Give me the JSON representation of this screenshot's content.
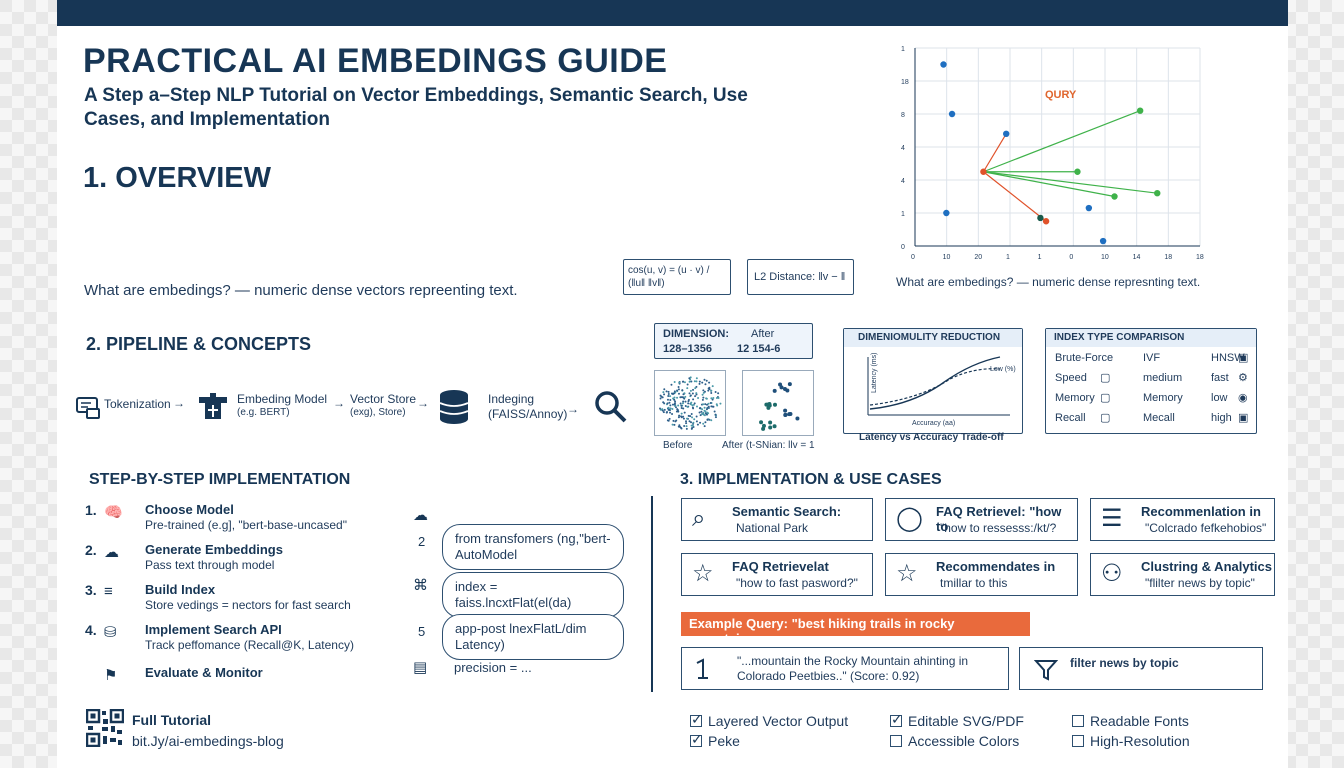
{
  "header": {
    "title": "PRACTICAL AI EMBEDINGS GUIDE",
    "subtitle": "A Step a–Step NLP Tutorial on Vector Embeddings, Semantic Search, Use Cases, and Implementation"
  },
  "overview": {
    "heading": "1. OVERVIEW",
    "text": "What are embedings? — numeric dense vectors repreenting text.",
    "formula_cos": "cos(u, v) = (u · v) / (‖u‖ ‖v‖)",
    "formula_l2": "L2 Distance: ‖v − ‖",
    "scatter_caption": "What are embedings? — numeric dense represnting text.",
    "query_label": "QURY"
  },
  "pipeline": {
    "heading": "2. PIPELINE & CONCEPTS",
    "steps": [
      {
        "label": "Tokenization",
        "icon": "token-icon"
      },
      {
        "label": "Embeding Model",
        "sub": "(e.g. BERT)",
        "icon": "model-icon"
      },
      {
        "label": "Vector Store",
        "sub": "(exg), Store)",
        "icon": "database-icon"
      },
      {
        "label": "Indeging",
        "sub": "(FAISS/Annoy)",
        "icon": "search-icon"
      }
    ]
  },
  "dimension": {
    "col1_head": "DIMENSION:",
    "col1_val": "128–1356",
    "col2_head": "After",
    "col2_val": "12 154-6",
    "before_label": "Before",
    "after_label": "After (t-SNian: llv = 1"
  },
  "dim_reduction": {
    "title": "DIMENIOMULITY REDUCTION",
    "ylabel": "Latency (ms)",
    "xlabel": "Accuracy (aa)",
    "legend": "Low (%)",
    "caption": "Latency vs Accuracy Trade-off"
  },
  "index_table": {
    "title": "INDEX TYPE COMPARISON",
    "rows": [
      [
        "Brute-Force",
        "IVF",
        "HNSW"
      ],
      [
        "Speed",
        "medium",
        "fast"
      ],
      [
        "Memory",
        "Memory",
        "low"
      ],
      [
        "Recall",
        "Mecall",
        "high"
      ]
    ]
  },
  "steps_section": {
    "heading": "STEP-BY-STEP IMPLEMENTATION",
    "items": [
      {
        "num": "1.",
        "title": "Choose Model",
        "sub": "Pre-trained (e.g], \"bert-base-uncased\""
      },
      {
        "num": "2.",
        "title": "Generate Embeddings",
        "sub": "Pass text through model"
      },
      {
        "num": "3.",
        "title": "Build Index",
        "sub": "Store vedings = nectors for fast search"
      },
      {
        "num": "4.",
        "title": "Implement Search API",
        "sub": "Track peffomance (Recall@K, Latency)"
      },
      {
        "num": "",
        "title": "Evaluate & Monitor",
        "sub": ""
      }
    ],
    "code": [
      {
        "num": "",
        "text": ""
      },
      {
        "num": "2",
        "text": "from transfomers (ng,\"bert- AutoModel"
      },
      {
        "num": "",
        "text": "index = faiss.lncxtFlat(el(da)"
      },
      {
        "num": "5",
        "text": "app-post lnexFlatL/dim Latency)"
      },
      {
        "num": "",
        "text": "precision = ..."
      }
    ]
  },
  "use_cases": {
    "heading": "3. IMPLMENTATION & USE CASES",
    "cards": [
      {
        "title": "Semantic Search:",
        "sub": "National Park",
        "icon": "search-icon"
      },
      {
        "title": "FAQ Retrievel: \"how to",
        "sub": "\"how to ressesss:/kt/?",
        "icon": "chat-bubble-icon"
      },
      {
        "title": "Recommenlation in",
        "sub": "\"Colcrado fefkehobios\"",
        "icon": "chat-lines-icon"
      },
      {
        "title": "FAQ Retrievelat",
        "sub": "\"how to fast pasword?\"",
        "icon": "star-icon"
      },
      {
        "title": "Recommendates in",
        "sub": "tmillar to this",
        "icon": "star-icon"
      },
      {
        "title": "Clustring & Analytics",
        "sub": "\"flilter news by topic\"",
        "icon": "users-icon"
      }
    ],
    "example_query": "Example Query: \"best hiking trails in rocky mountains",
    "result_text": "\"...mountain the Rocky Mountain ahinting in Colorado Peetbies..\" (Score: 0.92)",
    "filter_text": "filter news by topic"
  },
  "footer": {
    "tutorial_title": "Full Tutorial",
    "tutorial_link": "bit.Jy/ai-embedings-blog",
    "checklist": [
      {
        "label": "Layered Vector Output",
        "checked": true
      },
      {
        "label": "Editable SVG/PDF",
        "checked": true
      },
      {
        "label": "Readable Fonts",
        "checked": false
      },
      {
        "label": "Peke",
        "checked": true
      },
      {
        "label": "Accessible Colors",
        "checked": false
      },
      {
        "label": "High-Resolution",
        "checked": false
      }
    ]
  },
  "chart_data": {
    "type": "scatter",
    "x_ticks": [
      "0",
      "10",
      "20",
      "1",
      "1",
      "0",
      "10",
      "14",
      "18",
      "18"
    ],
    "y_ticks": [
      "1",
      "18",
      "8",
      "4",
      "4",
      "1",
      "0"
    ],
    "points": [
      {
        "x": 1,
        "y": 11,
        "color": "blue"
      },
      {
        "x": 1.3,
        "y": 8,
        "color": "blue"
      },
      {
        "x": 1.1,
        "y": 2,
        "color": "blue"
      },
      {
        "x": 2.4,
        "y": 4.5,
        "color": "red"
      },
      {
        "x": 3.2,
        "y": 6.8,
        "color": "blue"
      },
      {
        "x": 4.4,
        "y": 1.7,
        "color": "teal"
      },
      {
        "x": 4.6,
        "y": 1.5,
        "color": "red"
      },
      {
        "x": 5.7,
        "y": 4.5,
        "color": "green"
      },
      {
        "x": 6.1,
        "y": 2.3,
        "color": "blue"
      },
      {
        "x": 7.0,
        "y": 3.0,
        "color": "green"
      },
      {
        "x": 7.9,
        "y": 8.2,
        "color": "green"
      },
      {
        "x": 8.5,
        "y": 3.2,
        "color": "green"
      },
      {
        "x": 6.6,
        "y": 0.3,
        "color": "blue"
      }
    ]
  }
}
